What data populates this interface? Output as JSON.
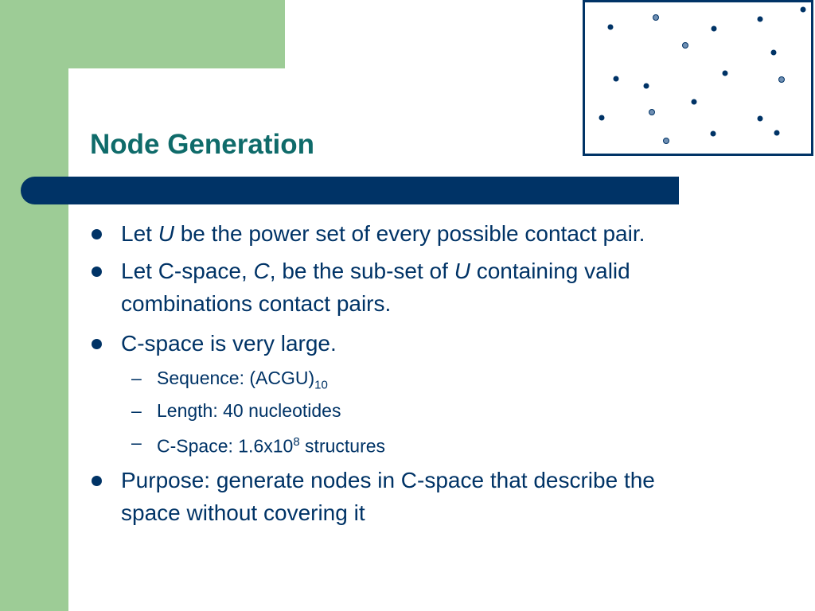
{
  "slide": {
    "title": "Node Generation",
    "b1": {
      "t1": "Let ",
      "var": "U",
      "t2": " be the power set of every possible contact pair."
    },
    "b2": {
      "line1": {
        "t1": "Let C-space, ",
        "var1": "C",
        "t2": ", be the sub-set of ",
        "var2": "U",
        "t3": " containing valid"
      },
      "line2": "combinations contact pairs."
    },
    "b3": "C-space is very large.",
    "sub1": {
      "text": "Sequence: (ACGU)",
      "subscript": "10"
    },
    "sub2": "Length: 40 nucleotides",
    "sub3": {
      "t1": "C-Space: 1.6x10",
      "sup": "8",
      "t2": " structures"
    },
    "b4": {
      "line1": "Purpose: generate nodes in C-space that describe the",
      "line2": "space without covering it"
    },
    "dash": "–"
  },
  "colors": {
    "green": "#9dcc96",
    "navy": "#003366",
    "title_teal": "#0f6b6a",
    "dot_light": "#6f8fb3"
  },
  "icons": {
    "bullet": "filled-circle",
    "scatter": "random-nodes-box"
  }
}
